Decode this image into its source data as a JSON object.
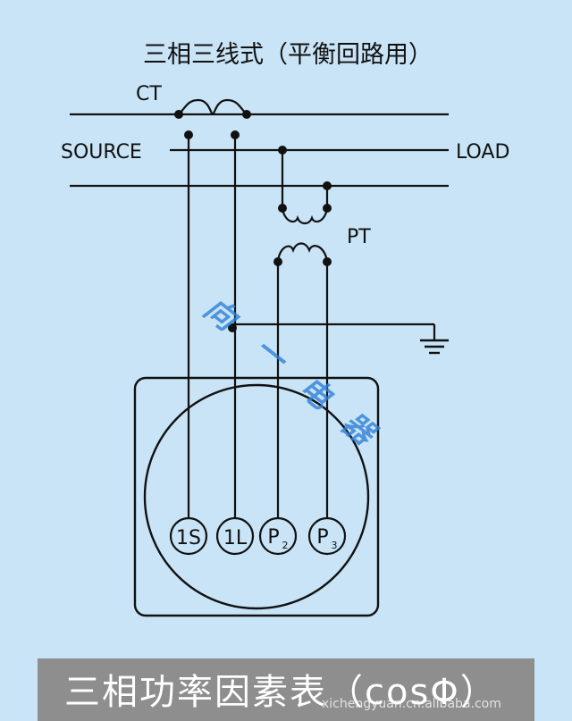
{
  "title": "三相三线式（平衡回路用）",
  "labels": {
    "ct": "CT",
    "source": "SOURCE",
    "load": "LOAD",
    "pt": "PT"
  },
  "terminals": {
    "t1": "1S",
    "t2": "1L",
    "t3": "P",
    "t3_sub": "2",
    "t4": "P",
    "t4_sub": "3"
  },
  "watermark_chars": [
    "向",
    "一",
    "电",
    "器"
  ],
  "caption": "三相功率因素表（cosΦ）",
  "bottom_watermark": "xichengyuan.cn.alibaba.com",
  "colors": {
    "background": "#c8e4f6",
    "line": "#111111",
    "caption_bar": "#8e8e8e",
    "watermark": "#2f7fd6"
  }
}
